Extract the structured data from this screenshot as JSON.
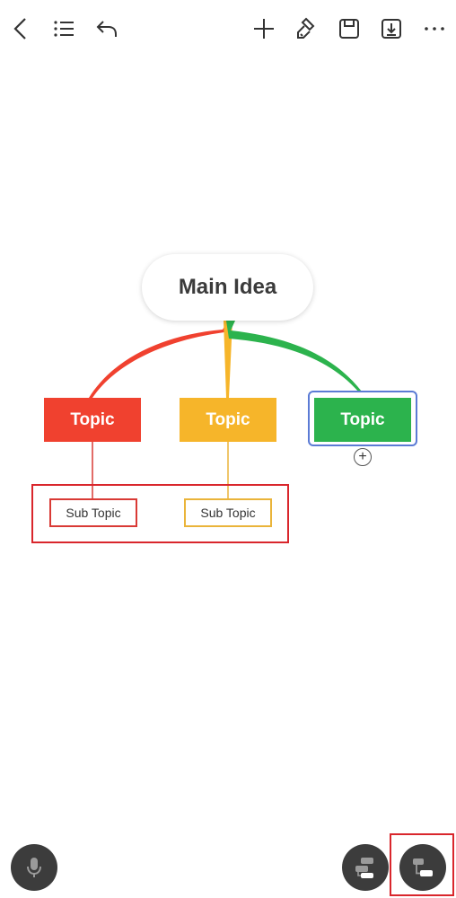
{
  "toolbar": {
    "icons": [
      "back-icon",
      "outline-list-icon",
      "undo-icon",
      "add-icon",
      "format-brush-icon",
      "save-icon",
      "export-download-icon",
      "more-icon"
    ]
  },
  "mindmap": {
    "main_idea": "Main Idea",
    "topics": [
      {
        "label": "Topic",
        "color": "#f0412f"
      },
      {
        "label": "Topic",
        "color": "#f6b52a"
      },
      {
        "label": "Topic",
        "color": "#2cb34d",
        "selected": true
      }
    ],
    "subtopics": [
      {
        "label": "Sub Topic",
        "color": "#d93a35"
      },
      {
        "label": "Sub Topic",
        "color": "#eab43a"
      }
    ],
    "add_child_symbol": "+"
  },
  "bottom": {
    "voice_icon": "microphone-icon",
    "fab_left_icon": "layout-structure-icon",
    "fab_right_icon": "tree-layout-icon"
  },
  "colors": {
    "selection": "#5b7bd5",
    "annotation": "#d9262c",
    "fab_bg": "#3c3c3c"
  }
}
